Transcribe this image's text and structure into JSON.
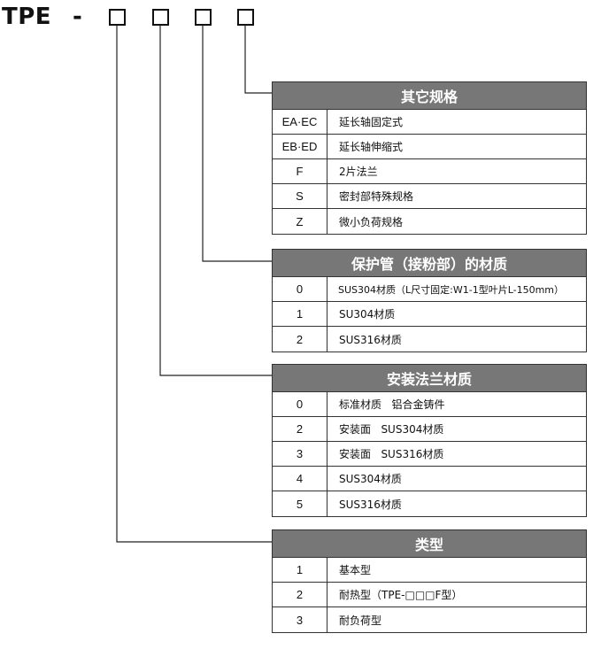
{
  "model": {
    "prefix": "TPE",
    "dash": "-"
  },
  "tables": [
    {
      "title": "其它规格",
      "rows": [
        {
          "code": "EA·EC",
          "desc": "延长轴固定式"
        },
        {
          "code": "EB·ED",
          "desc": "延长轴伸缩式"
        },
        {
          "code": "F",
          "desc": "2片法兰"
        },
        {
          "code": "S",
          "desc": "密封部特殊规格"
        },
        {
          "code": "Z",
          "desc": "微小负荷规格"
        }
      ]
    },
    {
      "title": "保护管（接粉部）的材质",
      "rows": [
        {
          "code": "0",
          "desc": "SUS304材质（L尺寸固定:W1-1型叶片L-150mm）"
        },
        {
          "code": "1",
          "desc": "SU304材质"
        },
        {
          "code": "2",
          "desc": "SUS316材质"
        }
      ]
    },
    {
      "title": "安装法兰材质",
      "rows": [
        {
          "code": "0",
          "desc": "标准材质   铝合金铸件"
        },
        {
          "code": "2",
          "desc": "安装面   SUS304材质"
        },
        {
          "code": "3",
          "desc": "安装面   SUS316材质"
        },
        {
          "code": "4",
          "desc": "SUS304材质"
        },
        {
          "code": "5",
          "desc": "SUS316材质"
        }
      ]
    },
    {
      "title": "类型",
      "rows": [
        {
          "code": "1",
          "desc": "基本型"
        },
        {
          "code": "2",
          "desc": "耐热型（TPE-□□□F型）"
        },
        {
          "code": "3",
          "desc": "耐负荷型"
        }
      ]
    }
  ]
}
